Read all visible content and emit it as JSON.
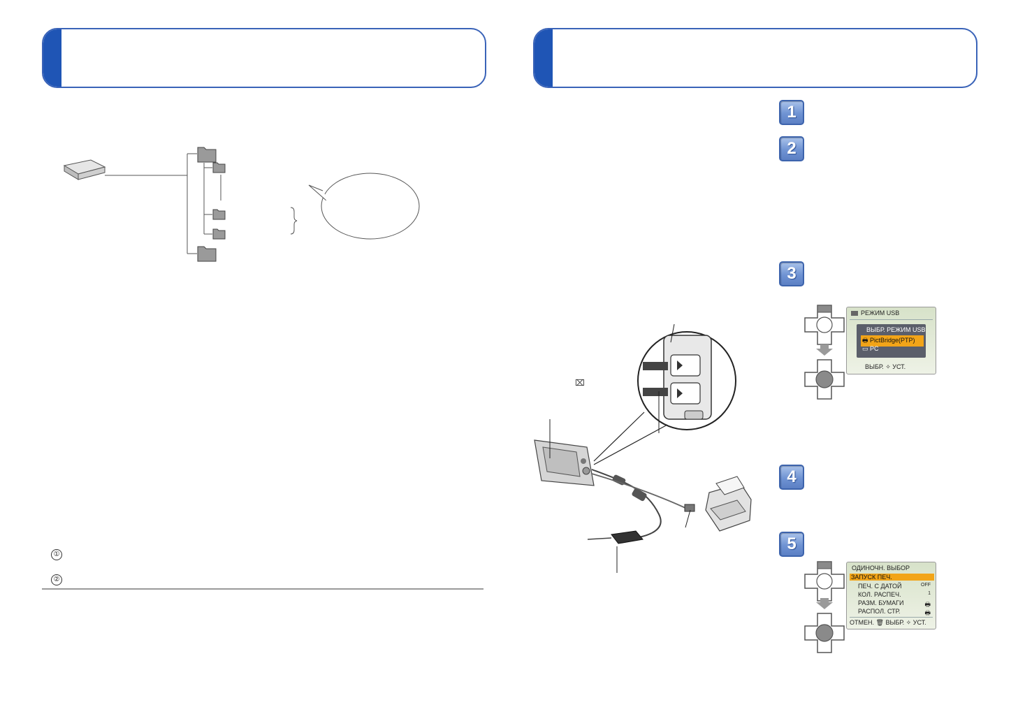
{
  "steps": [
    {
      "number": "1"
    },
    {
      "number": "2"
    },
    {
      "number": "3"
    },
    {
      "number": "4"
    },
    {
      "number": "5"
    }
  ],
  "circled_markers": [
    "①",
    "②"
  ],
  "usb_mode_screen": {
    "header": "РЕЖИМ USB",
    "sub_header": "ВЫБР. РЕЖИМ USB",
    "options": [
      "PictBridge(PTP)",
      "PC"
    ],
    "selected_index": 0,
    "footer_select": "ВЫБР.",
    "footer_set": "УСТ."
  },
  "print_screen": {
    "header": "ОДИНОЧН. ВЫБОР",
    "rows": [
      {
        "label": "ЗАПУСК ПЕЧ.",
        "value": ""
      },
      {
        "label": "ПЕЧ. С ДАТОЙ",
        "value": "OFF"
      },
      {
        "label": "КОЛ. РАСПЕЧ.",
        "value": "1"
      },
      {
        "label": "РАЗМ. БУМАГИ",
        "value": ""
      },
      {
        "label": "РАСПОЛ. СТР.",
        "value": ""
      }
    ],
    "selected_index": 0,
    "footer_cancel": "ОТМЕН.",
    "footer_select": "ВЫБР.",
    "footer_set": "УСТ."
  },
  "colors": {
    "header_border": "#3a63b8",
    "header_tab": "#1f55b5",
    "highlight": "#f2a418"
  },
  "icons": [
    "memory-card-icon",
    "folder-icon",
    "speech-bubble",
    "dpad-icon",
    "down-arrow-icon",
    "camera-illustration",
    "printer-illustration",
    "ac-adaptor-illustration"
  ]
}
